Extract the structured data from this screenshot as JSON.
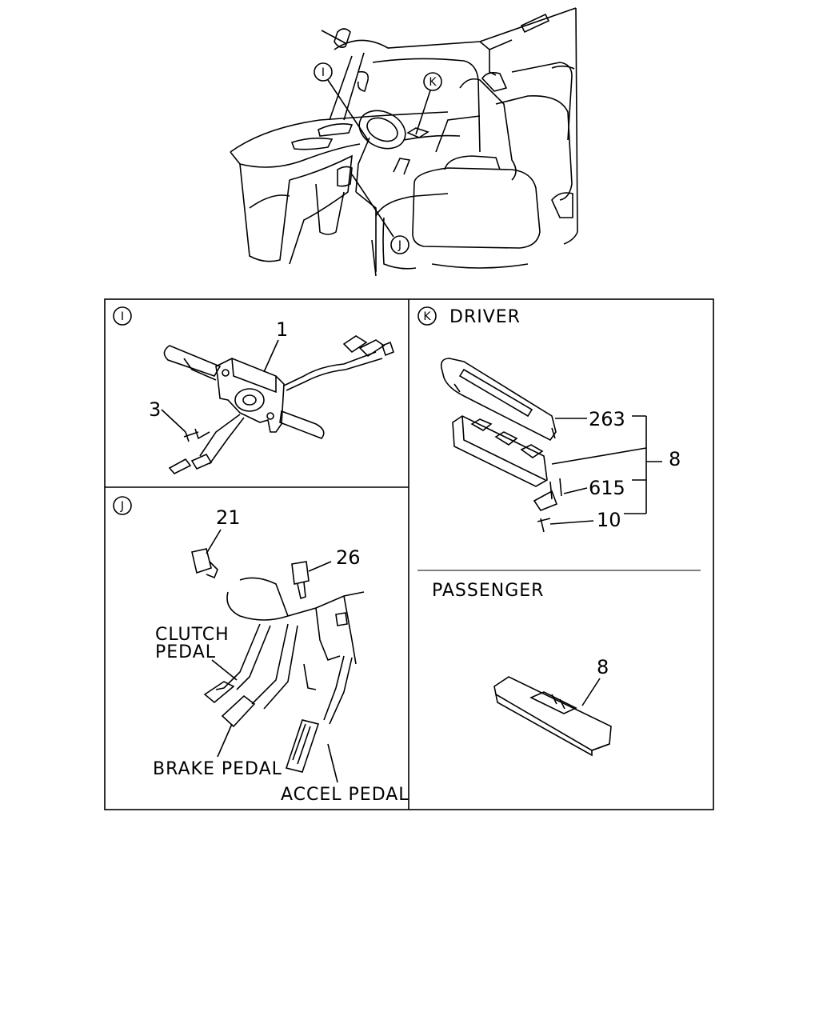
{
  "callouts": {
    "overview_i": "I",
    "overview_j": "J",
    "overview_k": "K",
    "panel_i": "I",
    "panel_j": "J",
    "panel_k": "K"
  },
  "panel_i": {
    "parts": {
      "switch": "1",
      "screw": "3"
    }
  },
  "panel_j": {
    "parts": {
      "switch_21": "21",
      "switch_26": "26"
    },
    "labels": {
      "clutch_line1": "CLUTCH",
      "clutch_line2": "PEDAL",
      "brake": "BRAKE PEDAL",
      "accel": "ACCEL PEDAL"
    }
  },
  "panel_k": {
    "title": "DRIVER",
    "parts": {
      "bezel": "263",
      "assembly": "8",
      "bracket": "615",
      "screw": "10"
    },
    "passenger": {
      "title": "PASSENGER",
      "part": "8"
    }
  }
}
